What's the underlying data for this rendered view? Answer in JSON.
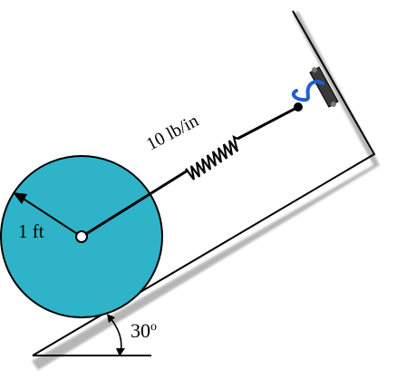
{
  "labels": {
    "spring_constant": "10 lb/in",
    "radius": "1 ft",
    "angle_value": "30",
    "angle_unit": "o"
  },
  "colors": {
    "disk_fill": "#2fb3c8",
    "hook": "#1f5fd1",
    "ground_shadow": "#b0b0b0",
    "line": "#000000"
  },
  "icons": {
    "wall_bracket": "bracket-icon",
    "hook": "hook-icon"
  }
}
